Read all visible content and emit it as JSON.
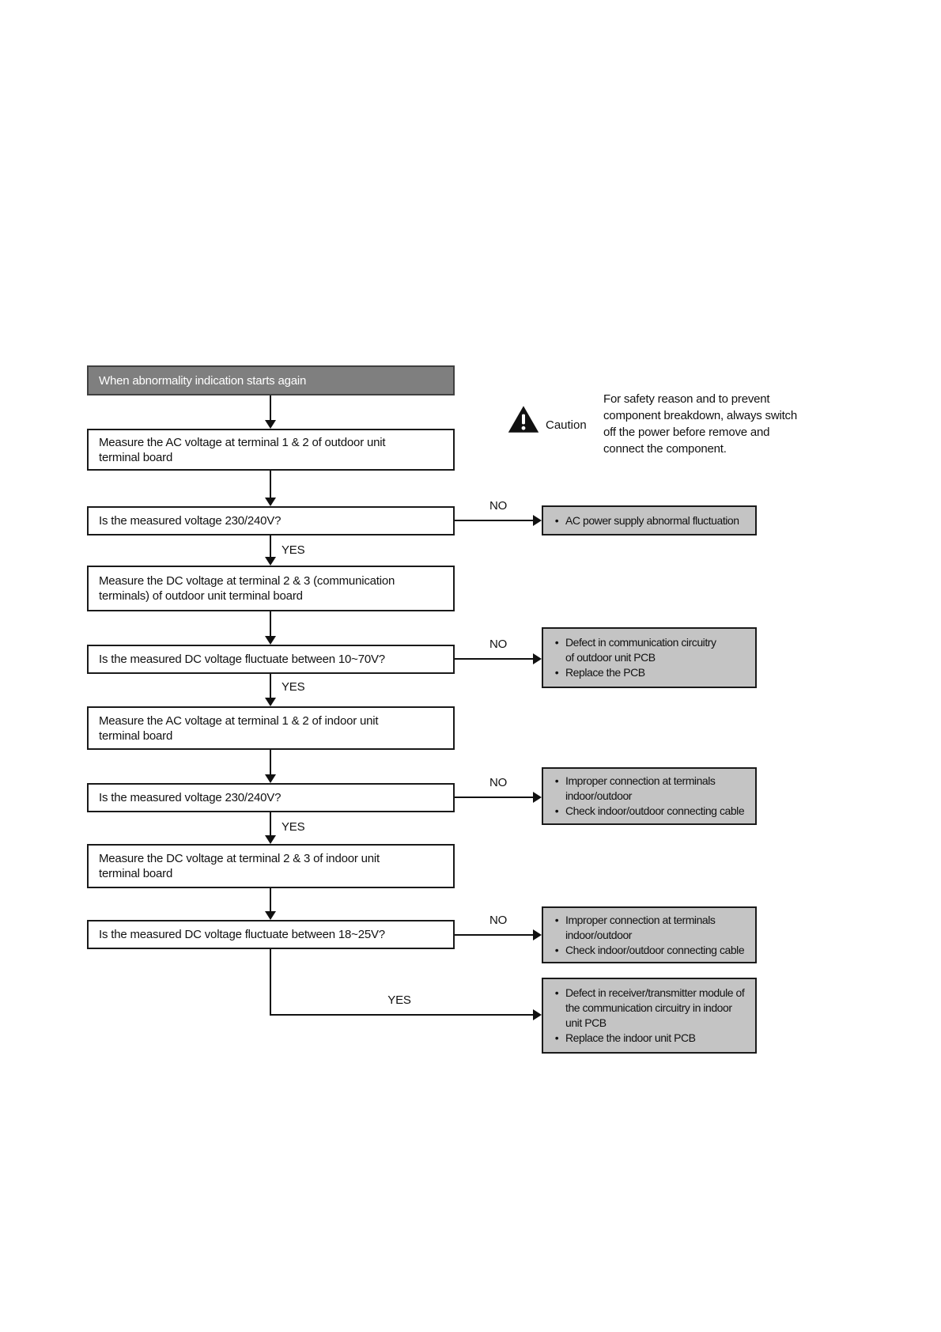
{
  "labels": {
    "yes": "YES",
    "no": "NO"
  },
  "icons": {
    "bullet": "•",
    "caution_triangle": "warning-triangle"
  },
  "colors": {
    "start_header_bg": "#7f7f7f",
    "start_header_text": "#ffffff",
    "result_box_bg": "#c4c4c4",
    "box_border": "#1a1a1a",
    "arrow": "#111111",
    "page_bg": "#ffffff"
  },
  "caution": {
    "label": "Caution",
    "text": "For safety reason and to prevent\ncomponent breakdown, always switch\noff the power before remove and\nconnect the component."
  },
  "nodes": {
    "start": {
      "label": "When abnormality indication starts again"
    },
    "p1": {
      "label": "Measure the AC voltage at terminal 1 & 2 of outdoor unit\nterminal board"
    },
    "d1": {
      "label": "Is the measured voltage 230/240V?"
    },
    "p2": {
      "label": "Measure the DC voltage at terminal 2 & 3 (communication\nterminals) of outdoor unit terminal board"
    },
    "d2": {
      "label": "Is the measured DC voltage fluctuate between 10~70V?"
    },
    "p3": {
      "label": "Measure the AC voltage at terminal 1 & 2 of indoor unit\nterminal board"
    },
    "d3": {
      "label": "Is the measured voltage 230/240V?"
    },
    "p4": {
      "label": "Measure the DC voltage at terminal 2 & 3 of indoor unit\nterminal board"
    },
    "d4": {
      "label": "Is the measured DC voltage fluctuate between 18~25V?"
    }
  },
  "results": {
    "r1": {
      "items": [
        "AC power supply abnormal fluctuation"
      ]
    },
    "r2": {
      "items": [
        "Defect in communication circuitry\nof outdoor unit PCB",
        "Replace the PCB"
      ]
    },
    "r3": {
      "items": [
        "Improper connection at terminals\nindoor/outdoor",
        "Check indoor/outdoor connecting cable"
      ]
    },
    "r4": {
      "items": [
        "Improper connection at terminals\nindoor/outdoor",
        "Check indoor/outdoor connecting cable"
      ]
    },
    "r5": {
      "items": [
        "Defect in receiver/transmitter module of\nthe communication circuitry in indoor\nunit PCB",
        "Replace the indoor unit PCB"
      ]
    }
  }
}
